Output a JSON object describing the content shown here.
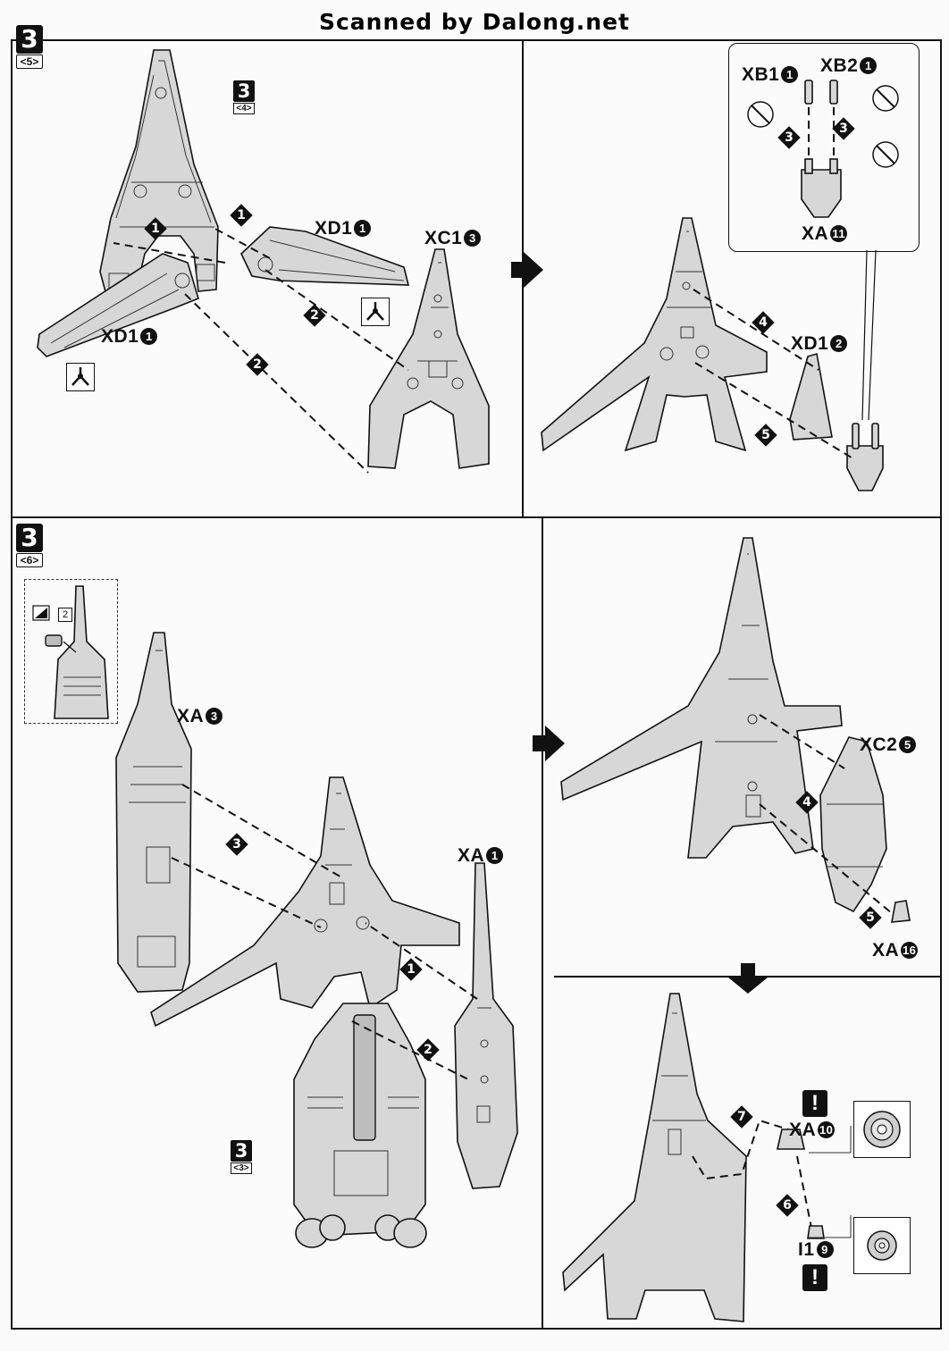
{
  "watermark": "Scanned by Dalong.net",
  "steps": {
    "top": {
      "number": "3",
      "sub": "<5>"
    },
    "bottom": {
      "number": "3",
      "sub": "<6>"
    }
  },
  "refs": {
    "r4": {
      "number": "3",
      "sub": "<4>"
    },
    "r3": {
      "number": "3",
      "sub": "<3>"
    }
  },
  "parts": {
    "xd1_a": {
      "name": "XD1",
      "count": "1"
    },
    "xd1_b": {
      "name": "XD1",
      "count": "1"
    },
    "xc1": {
      "name": "XC1",
      "count": "3"
    },
    "xb1": {
      "name": "XB1",
      "count": "1"
    },
    "xb2": {
      "name": "XB2",
      "count": "1"
    },
    "xa11": {
      "name": "XA",
      "count": "11"
    },
    "xd1_2": {
      "name": "XD1",
      "count": "2"
    },
    "xa3": {
      "name": "XA",
      "count": "3"
    },
    "xa1": {
      "name": "XA",
      "count": "1"
    },
    "xc2": {
      "name": "XC2",
      "count": "5"
    },
    "xa16": {
      "name": "XA",
      "count": "16"
    },
    "xa10": {
      "name": "XA",
      "count": "10"
    },
    "i1": {
      "name": "I1",
      "count": "9"
    }
  },
  "sequence": {
    "s1": "1",
    "s2": "2",
    "s3": "3",
    "s4": "4",
    "s5": "5",
    "s6": "6",
    "s7": "7"
  },
  "sticker": {
    "number": "2"
  },
  "caution": "!",
  "icons": {
    "cutter": "nipper-cut-icon",
    "no_cut": "no-cut-icon",
    "next": "next-step-arrow-icon",
    "down": "down-arrow-icon"
  }
}
